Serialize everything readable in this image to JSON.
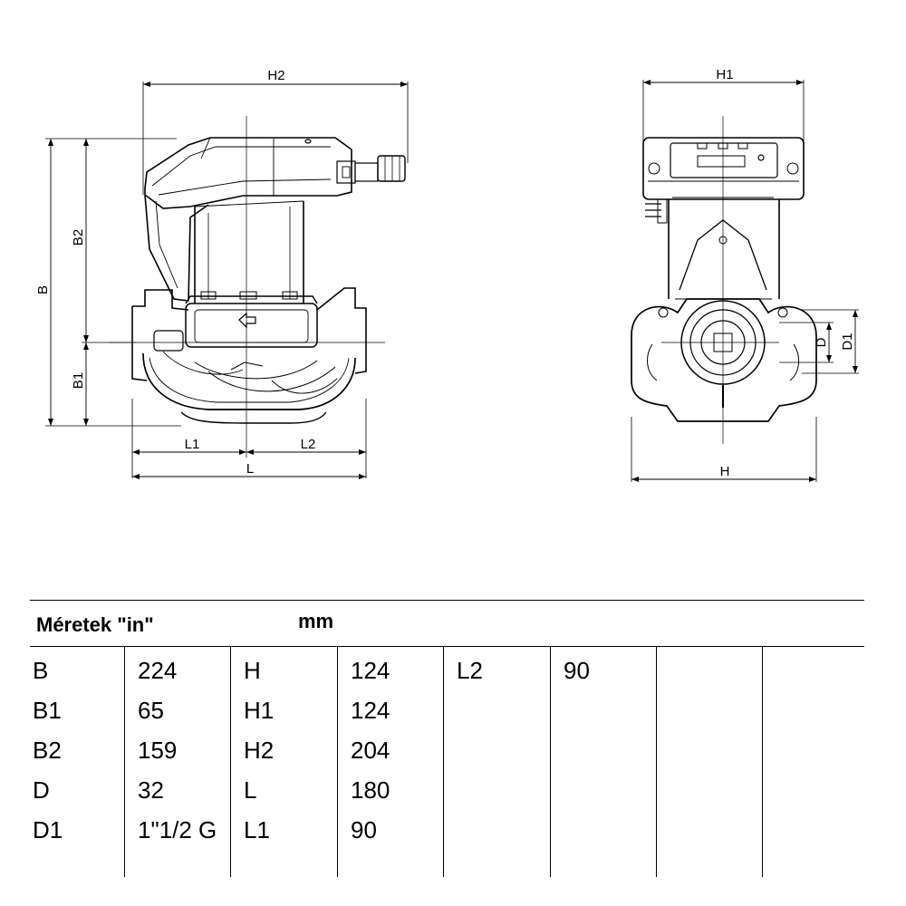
{
  "diagram": {
    "side_view": {
      "labels": {
        "H2": "H2",
        "B": "B",
        "B2": "B2",
        "B1": "B1",
        "L1": "L1",
        "L2": "L2",
        "L": "L"
      }
    },
    "front_view": {
      "labels": {
        "H1": "H1",
        "H": "H",
        "D": "D",
        "D1": "D1"
      }
    }
  },
  "table": {
    "title": "Méretek \"in\"",
    "unit": "mm",
    "rows": [
      [
        "B",
        "224",
        "H",
        "124",
        "L2",
        "90"
      ],
      [
        "B1",
        "65",
        "H1",
        "124",
        "",
        ""
      ],
      [
        "B2",
        "159",
        "H2",
        "204",
        "",
        ""
      ],
      [
        "D",
        "32",
        "L",
        "180",
        "",
        ""
      ],
      [
        "D1",
        "1\"1/2 G",
        "L1",
        "90",
        "",
        ""
      ]
    ]
  }
}
